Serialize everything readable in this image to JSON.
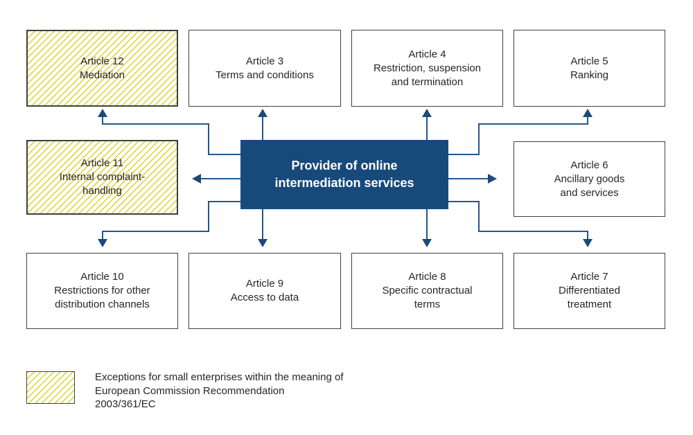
{
  "palette": {
    "navy": "#174A7B",
    "line": "#235689",
    "arrow": "#1A4B7A",
    "hatch": "#D9D322",
    "border_dark": "#3F3F3E",
    "text": "#262626"
  },
  "center_node": {
    "label": "Provider of online\nintermediation services"
  },
  "nodes": {
    "article12": {
      "label": "Article 12\nMediation",
      "exception": true
    },
    "article3": {
      "label": "Article 3\nTerms and conditions",
      "exception": false
    },
    "article4": {
      "label": "Article 4\nRestriction, suspension\nand termination",
      "exception": false
    },
    "article5": {
      "label": "Article 5\nRanking",
      "exception": false
    },
    "article11": {
      "label": "Article 11\nInternal complaint-\nhandling",
      "exception": true
    },
    "article6": {
      "label": "Article 6\nAncillary goods\nand services",
      "exception": false
    },
    "article10": {
      "label": "Article 10\nRestrictions for other\ndistribution channels",
      "exception": false
    },
    "article9": {
      "label": "Article 9\nAccess to data",
      "exception": false
    },
    "article8": {
      "label": "Article 8\nSpecific contractual\nterms",
      "exception": false
    },
    "article7": {
      "label": "Article 7\nDifferentiated\ntreatment",
      "exception": false
    }
  },
  "legend": {
    "label": "Exceptions for small enterprises within the meaning of\nEuropean Commission Recommendation\n2003/361/EC"
  }
}
